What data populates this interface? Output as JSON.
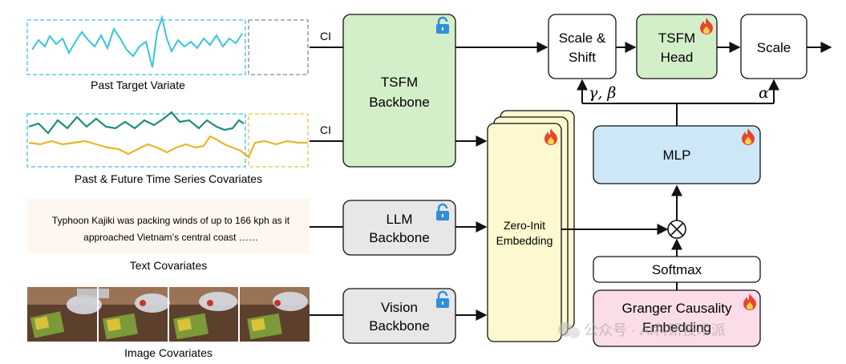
{
  "inputs": {
    "past_target_label": "Past Target Variate",
    "covariates_label": "Past & Future Time Series Covariates",
    "text_covariates_label": "Text Covariates",
    "text_covariates_line1": "Typhoon Kajiki was packing winds of up to 166 kph as it",
    "text_covariates_line2": "approached Vietnam’s central coast ……",
    "image_covariates_label": "Image Covariates",
    "ci_label_1": "CI",
    "ci_label_2": "CI"
  },
  "blocks": {
    "tsfm_backbone_line1": "TSFM",
    "tsfm_backbone_line2": "Backbone",
    "llm_backbone_line1": "LLM",
    "llm_backbone_line2": "Backbone",
    "vision_backbone_line1": "Vision",
    "vision_backbone_line2": "Backbone",
    "zero_init_line1": "Zero-Init",
    "zero_init_line2": "Embedding",
    "scale_shift_line1": "Scale &",
    "scale_shift_line2": "Shift",
    "tsfm_head_line1": "TSFM",
    "tsfm_head_line2": "Head",
    "scale": "Scale",
    "mlp": "MLP",
    "softmax": "Softmax",
    "granger_line1": "Granger Causality",
    "granger_line2": "Embedding"
  },
  "annotations": {
    "gamma_beta": "γ, β",
    "alpha": "α",
    "multiply_symbol": "⊗"
  },
  "watermark": "公众号 · AI科研技术派",
  "colors": {
    "green_fill": "#d3efc9",
    "gray_fill": "#e7e7e7",
    "yellow_fill": "#fdf8cf",
    "blue_fill": "#cde7f7",
    "pink_fill": "#fbdde9",
    "text_bg": "#fdf7f0",
    "cyan_line": "#39c4dd",
    "teal_line": "#1f8c7a",
    "gold_line": "#e7b62c",
    "lock_blue": "#2f8fd8",
    "fire_red": "#e8452f"
  },
  "icons": {
    "lock": "lock-icon",
    "fire": "fire-icon"
  }
}
